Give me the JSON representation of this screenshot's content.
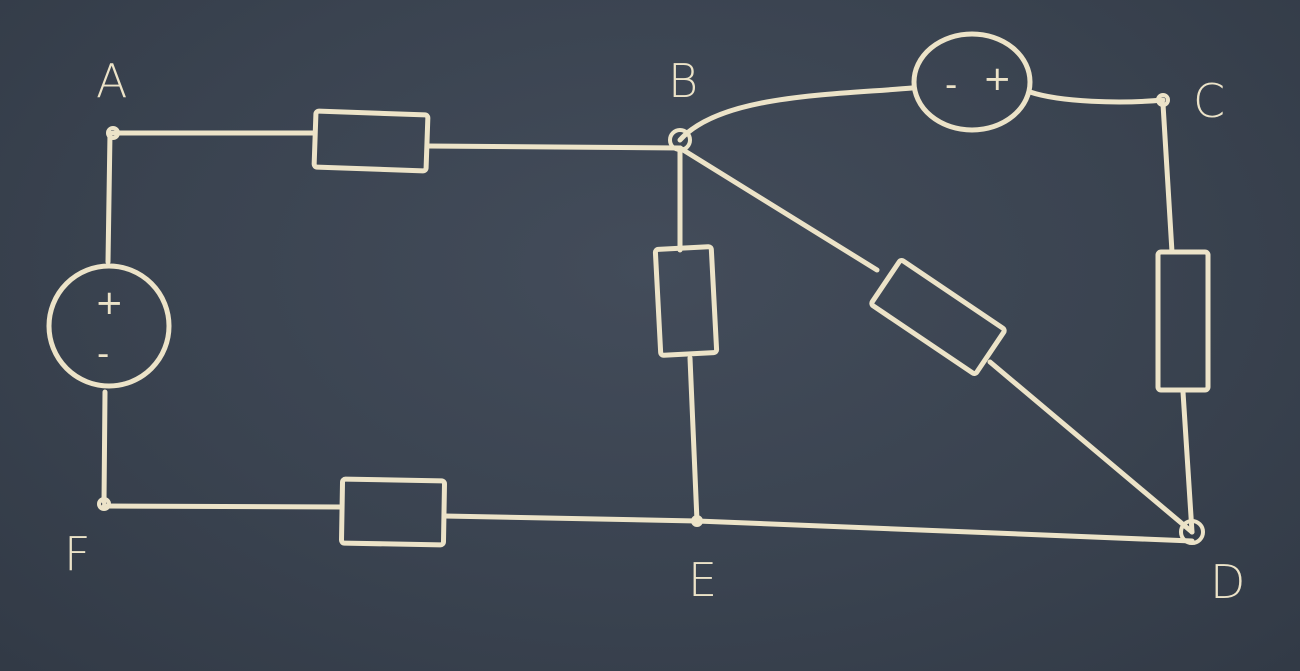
{
  "diagram": {
    "nodes": {
      "A": "A",
      "B": "B",
      "C": "C",
      "D": "D",
      "E": "E",
      "F": "F"
    },
    "sources": {
      "left_voltage_source": {
        "top": "+",
        "bottom": "-"
      },
      "top_voltage_source": {
        "left": "-",
        "right": "+"
      }
    },
    "resistors": [
      "A-B",
      "B-E",
      "B-D",
      "C-D",
      "F-E"
    ],
    "wires": [
      "A-F (via source)",
      "B-C (via source)",
      "E-D",
      "B-E",
      "F-E",
      "A-B"
    ]
  }
}
